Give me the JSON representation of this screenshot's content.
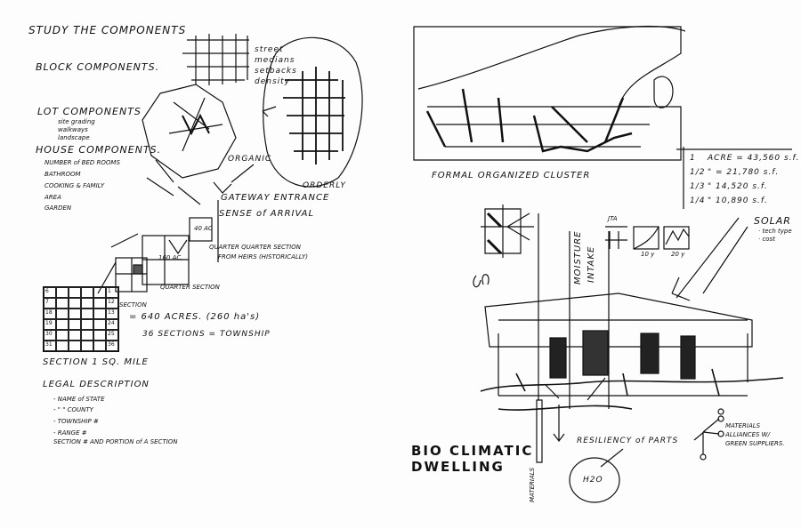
{
  "left_page": {
    "title": "STUDY THE COMPONENTS",
    "block_components": "BLOCK COMPONENTS.",
    "block_notes": [
      "street",
      "medians",
      "setbacks",
      "density"
    ],
    "lot_components": "LOT COMPONENTS",
    "lot_items": [
      "site grading",
      "walkways",
      "landscape"
    ],
    "house_components": "HOUSE COMPONENTS.",
    "house_items": [
      "NUMBER of BED ROOMS",
      "BATHROOM",
      "COOKING & FAMILY",
      "AREA",
      "GARDEN"
    ],
    "organic": "ORGANIC",
    "orderly": "ORDERLY",
    "gateway": "GATEWAY ENTRANCE",
    "arrival": "SENSE of ARRIVAL",
    "forty_ac": "40 AC",
    "one_sixty_ac": "160 AC.",
    "qq_section": "QUARTER QUARTER SECTION",
    "qq_note": "FROM HEIRS (HISTORICALLY)",
    "quarter_section": "QUARTER SECTION",
    "section_label": "SECTION",
    "acres": "= 640 ACRES. (260 ha's)",
    "township": "36 SECTIONS = TOWNSHIP",
    "grid_numbers": [
      "6",
      "",
      "",
      "",
      "",
      "1",
      "7",
      "",
      "",
      "",
      "",
      "12",
      "18",
      "",
      "",
      "",
      "",
      "13",
      "19",
      "",
      "",
      "",
      "",
      "24",
      "30",
      "",
      "",
      "",
      "",
      "25",
      "31",
      "",
      "",
      "",
      "",
      "36"
    ],
    "section_mile": "SECTION 1 SQ. MILE",
    "legal_title": "LEGAL DESCRIPTION",
    "legal_items": [
      "- NAME of STATE",
      "-   \"    \"  COUNTY",
      "- TOWNSHIP #",
      "- RANGE     #",
      "  SECTION   #   AND PORTION of A SECTION"
    ]
  },
  "right_page": {
    "cluster": "FORMAL ORGANIZED CLUSTER",
    "acre_table": [
      {
        "frac": "1",
        "eq": "ACRE = 43,560 s.f."
      },
      {
        "frac": "1/2",
        "eq": "\"  = 21,780 s.f."
      },
      {
        "frac": "1/3",
        "eq": "\"     14,520 s.f."
      },
      {
        "frac": "1/4",
        "eq": "\"     10,890 s.f."
      }
    ],
    "solar": "SOLAR",
    "solar_items": [
      "· tech type",
      "· cost"
    ],
    "jta": "JTA",
    "ten_y": "10 y",
    "twenty_y": "20 y",
    "moisture": "MOISTURE",
    "intake": "INTAKE",
    "bio": "BIO CLIMATIC",
    "dwelling": "DWELLING",
    "materials_vertical": "MATERIALS",
    "resiliency": "RESILIENCY of PARTS",
    "materials_note": [
      "MATERIALS",
      "ALLIANCES W/",
      "GREEN SUPPLIERS."
    ],
    "h2o": "H2O"
  }
}
